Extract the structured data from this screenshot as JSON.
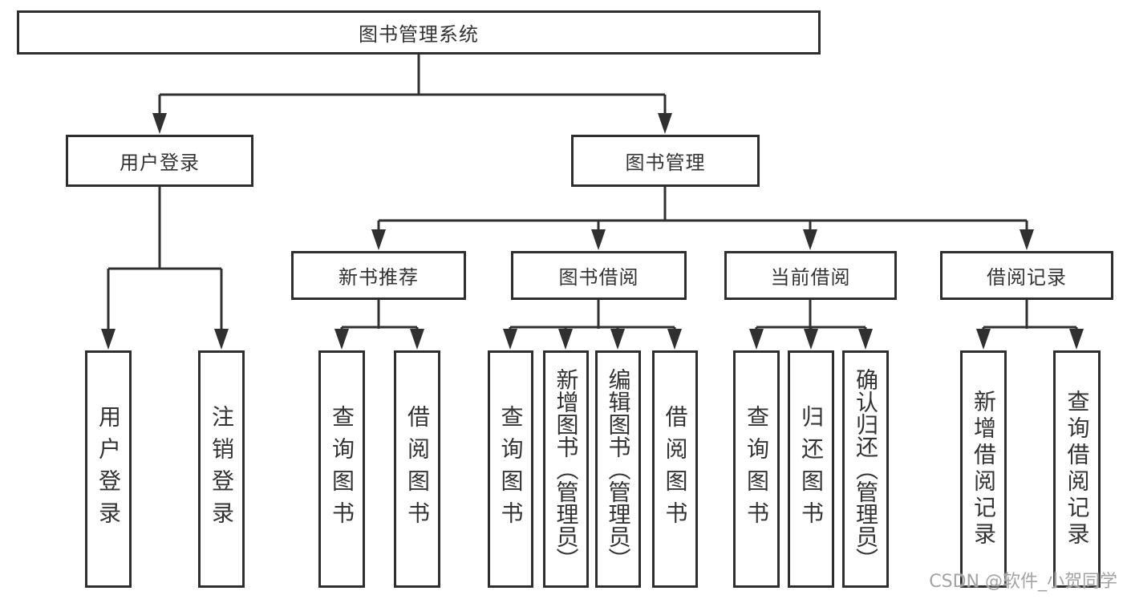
{
  "tree": {
    "label": "图书管理系统",
    "children": [
      {
        "label": "用户登录",
        "children": [
          {
            "label": "用户登录"
          },
          {
            "label": "注销登录"
          }
        ]
      },
      {
        "label": "图书管理",
        "children": [
          {
            "label": "新书推荐",
            "children": [
              {
                "label": "查询图书"
              },
              {
                "label": "借阅图书"
              }
            ]
          },
          {
            "label": "图书借阅",
            "children": [
              {
                "label": "查询图书"
              },
              {
                "label": "新增图书（管理员）"
              },
              {
                "label": "编辑图书（管理员）"
              },
              {
                "label": "借阅图书"
              }
            ]
          },
          {
            "label": "当前借阅",
            "children": [
              {
                "label": "查询图书"
              },
              {
                "label": "归还图书"
              },
              {
                "label": "确认归还（管理员）"
              }
            ]
          },
          {
            "label": "借阅记录",
            "children": [
              {
                "label": "新增借阅记录"
              },
              {
                "label": "查询借阅记录"
              }
            ]
          }
        ]
      }
    ]
  },
  "watermark": {
    "text": "CSDN @软件_小贺同学"
  },
  "colors": {
    "line": "#303030",
    "box_border": "#2e2e2e",
    "text": "#333333",
    "background": "#ffffff",
    "watermark": "#a3a3a3"
  }
}
